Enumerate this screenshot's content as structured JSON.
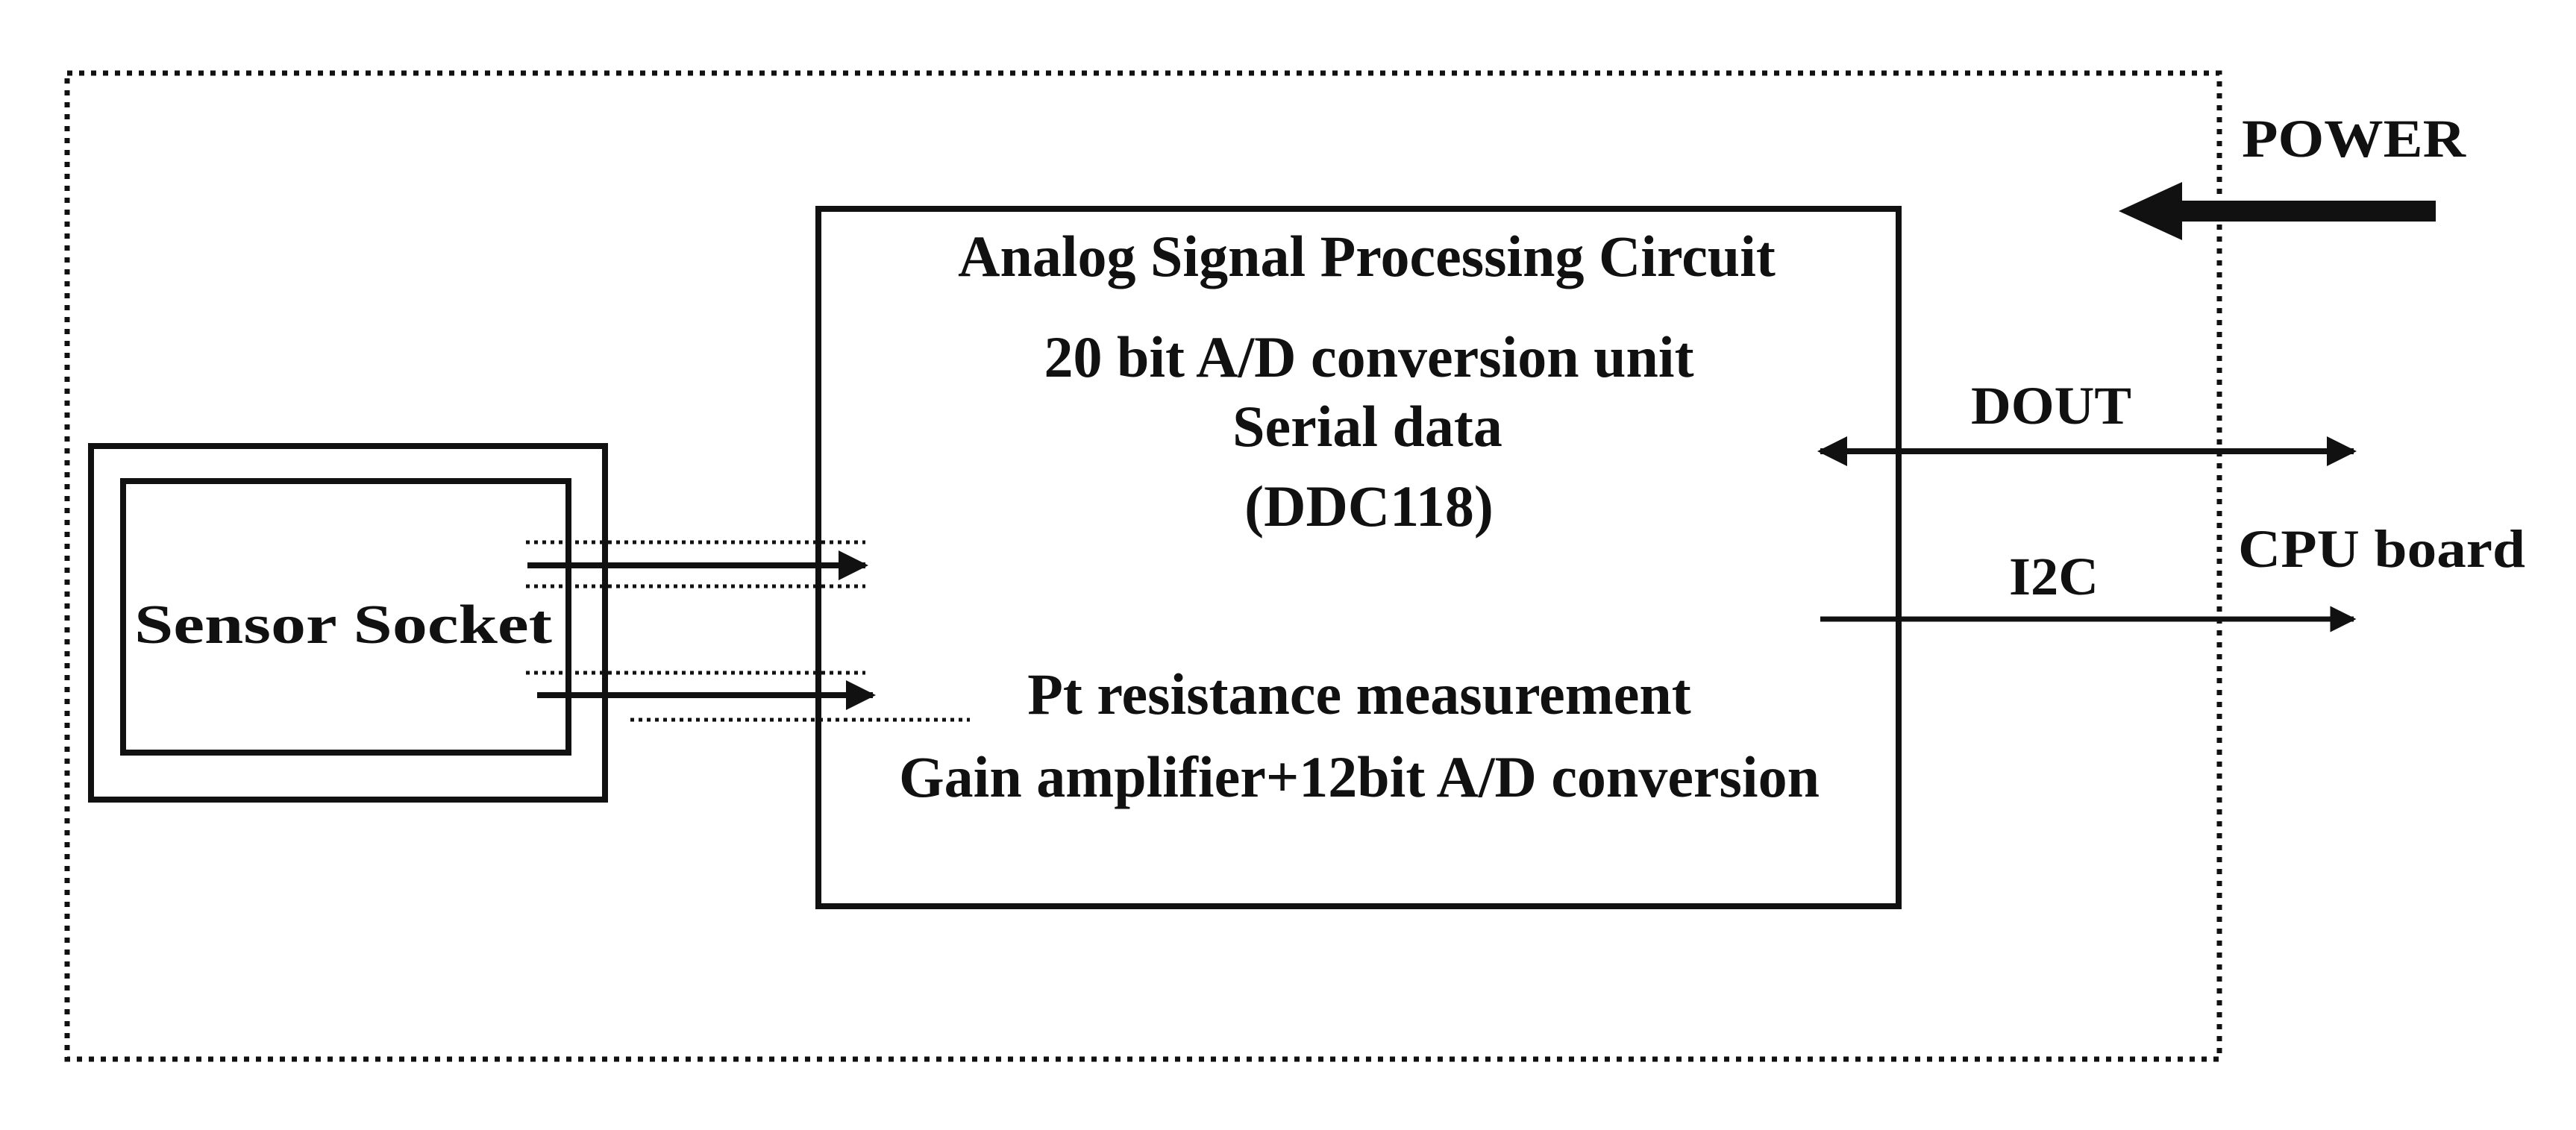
{
  "labels": {
    "processing_title": "Analog Signal Processing Circuit",
    "ad_unit": "20 bit A/D conversion unit",
    "serial_data": "Serial data",
    "chip": "(DDC118)",
    "pt_measurement": "Pt resistance measurement",
    "gain_amp": "Gain amplifier+12bit A/D conversion",
    "sensor_socket": "Sensor Socket",
    "power": "POWER",
    "dout": "DOUT",
    "i2c": "I2C",
    "cpu_board": "CPU  board"
  },
  "colors": {
    "line": "#111111",
    "background": "#ffffff"
  }
}
